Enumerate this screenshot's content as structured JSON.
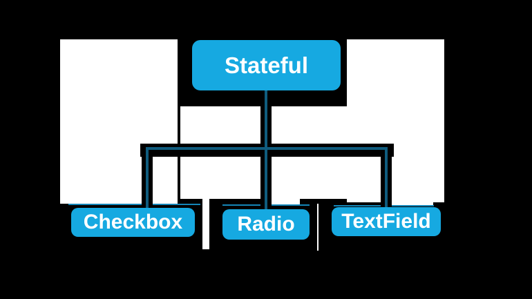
{
  "diagram": {
    "type": "tree",
    "root": {
      "label": "Stateful"
    },
    "children": [
      {
        "label": "Checkbox"
      },
      {
        "label": "Radio"
      },
      {
        "label": "TextField"
      }
    ],
    "colors": {
      "background": "#000000",
      "backdrop": "#ffffff",
      "node_fill": "#16a9e1",
      "node_text": "#ffffff",
      "connector": "#0f5c7e",
      "accent_line": "#1486b8"
    }
  }
}
